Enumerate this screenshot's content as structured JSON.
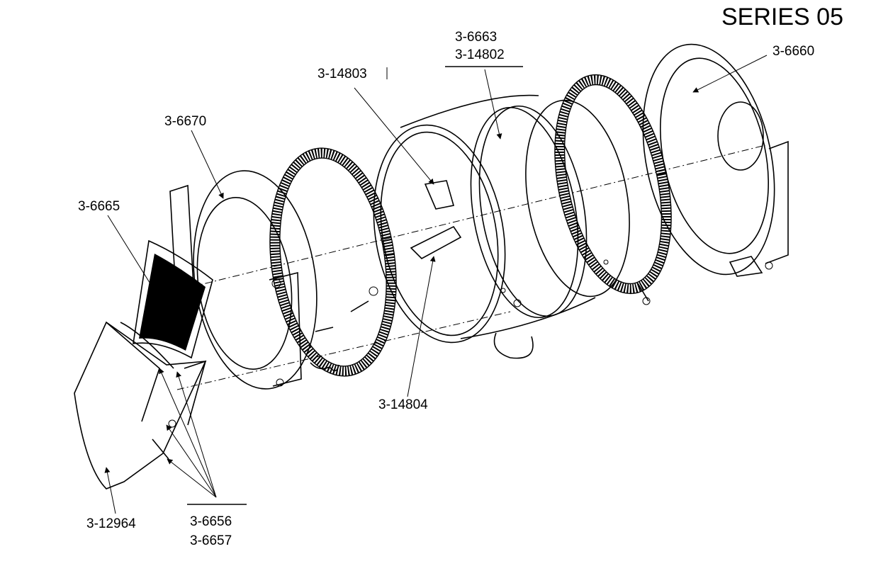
{
  "title": "SERIES 05",
  "labels": {
    "p6660": "3-6660",
    "p6663": "3-6663",
    "p14802": "3-14802",
    "p14803": "3-14803",
    "p6670": "3-6670",
    "p6665": "3-6665",
    "p14804": "3-14804",
    "p12964": "3-12964",
    "p6656": "3-6656",
    "p6657": "3-6657"
  }
}
